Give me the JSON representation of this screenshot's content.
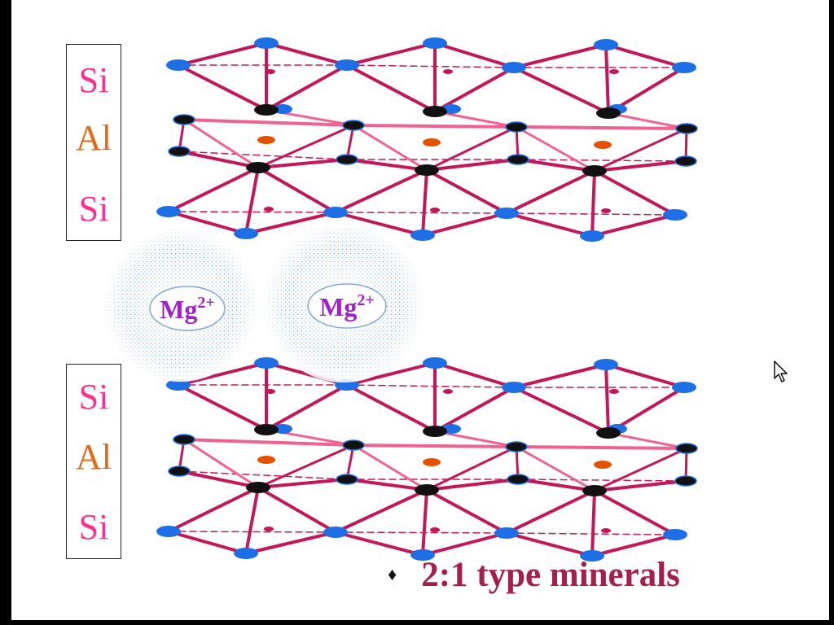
{
  "layers": {
    "top": [
      "Si",
      "Al",
      "Si"
    ],
    "bottom": [
      "Si",
      "Al",
      "Si"
    ]
  },
  "ions": [
    "Mg2+",
    "Mg2+"
  ],
  "ion_label": {
    "base": "Mg",
    "sup": "2+"
  },
  "caption": {
    "bullet": "♦",
    "text": "2:1 type minerals"
  },
  "colors": {
    "bond": "#c2185b",
    "bond_light": "#f06292",
    "oxygen": "#1e6fe6",
    "hydroxyl": "#111111",
    "aluminum": "#e65100",
    "si_label": "#ff2f8f",
    "al_label": "#e06a1a",
    "ion_text": "#a020c8",
    "ion_halo": "#7fb0e0",
    "caption": "#a51f4e"
  },
  "icons": {
    "cursor": "mouse-pointer-icon"
  }
}
